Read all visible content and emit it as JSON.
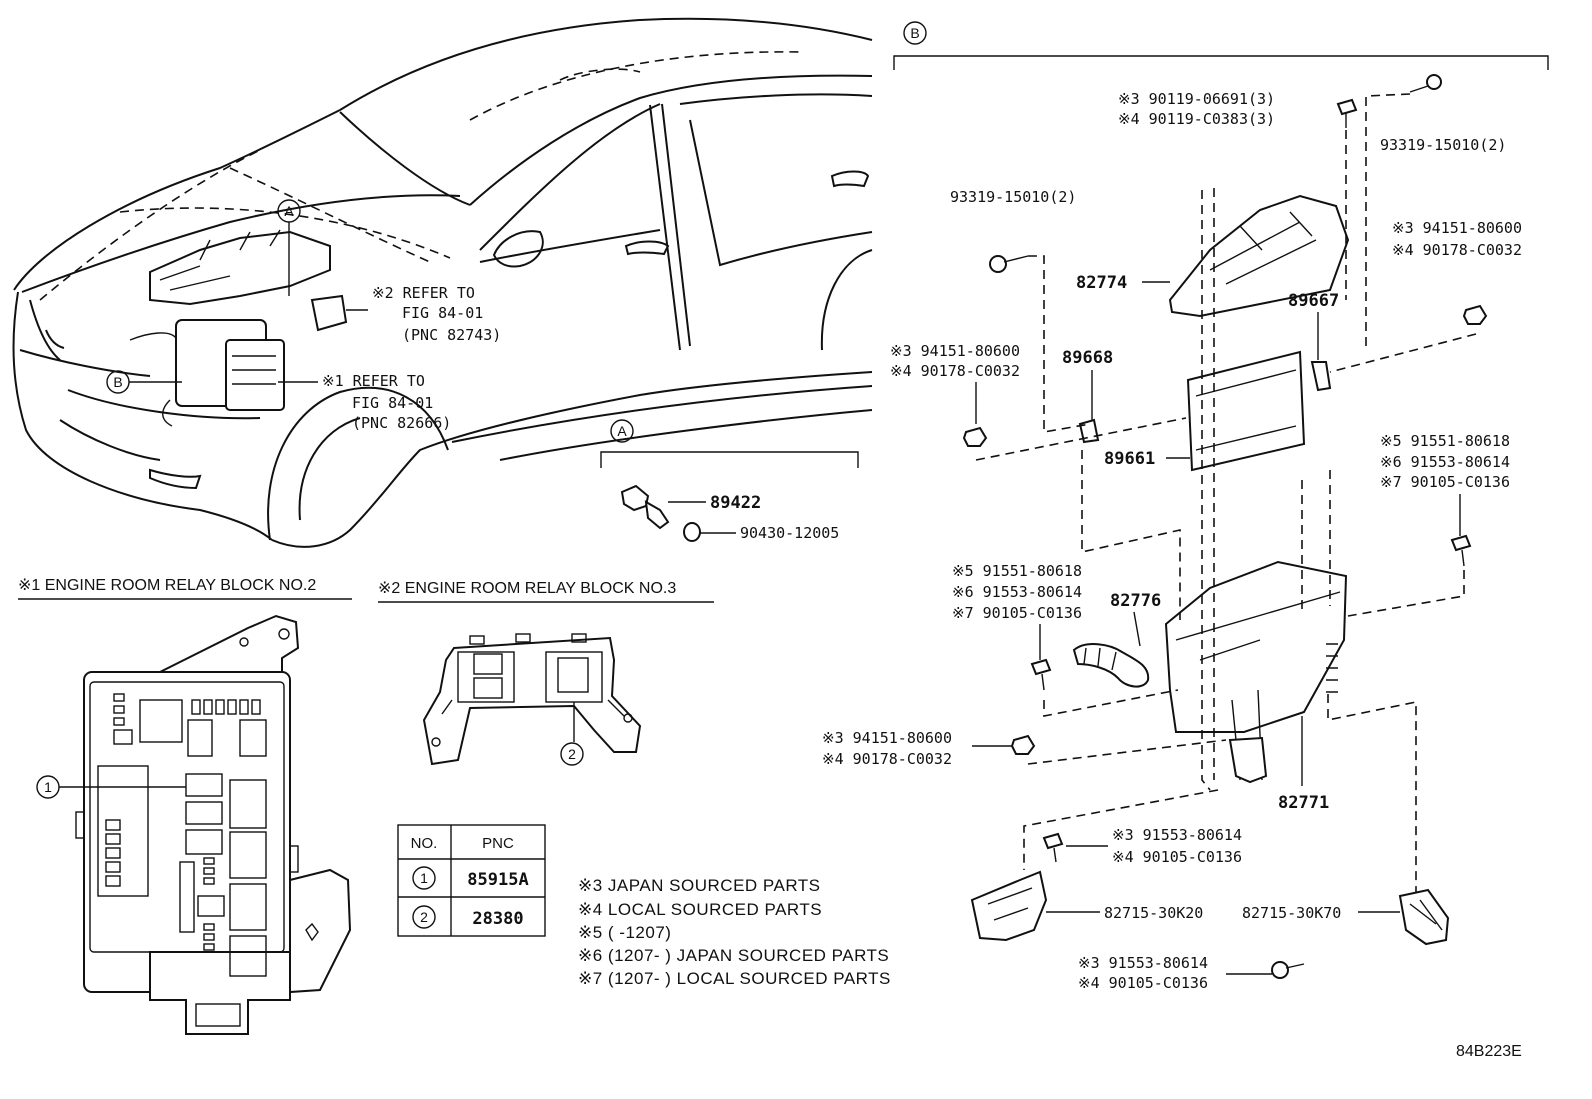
{
  "labels": {
    "callout_a": "A",
    "callout_b": "B",
    "callout_1": "1",
    "callout_2": "2",
    "refer_82743": [
      "※2 REFER TO",
      "FIG 84-01",
      "(PNC 82743)"
    ],
    "refer_82666": [
      "※1 REFER TO",
      "FIG 84-01",
      "(PNC 82666)"
    ],
    "relay_block_2": "※1 ENGINE ROOM RELAY BLOCK NO.2",
    "relay_block_3": "※2 ENGINE ROOM RELAY BLOCK NO.3",
    "figure_code": "84B223E"
  },
  "section_a_parts": {
    "p89422": "89422",
    "p90430": "90430-12005"
  },
  "section_b_parts": {
    "bolt_top_j": "※3 90119-06691(3)",
    "bolt_top_l": "※4 90119-C0383(3)",
    "screw_top_right": "93319-15010(2)",
    "screw_top_left": "93319-15010(2)",
    "nut_right_j": "※3 94151-80600",
    "nut_right_l": "※4 90178-C0032",
    "p82774": "82774",
    "p89667": "89667",
    "nut_left_j": "※3 94151-80600",
    "nut_left_l": "※4 90178-C0032",
    "p89668": "89668",
    "p89661": "89661",
    "bolt_right_5": "※5 91551-80618",
    "bolt_right_6": "※6 91553-80614",
    "bolt_right_7": "※7 90105-C0136",
    "bolt_left_5": "※5 91551-80618",
    "bolt_left_6": "※6 91553-80614",
    "bolt_left_7": "※7 90105-C0136",
    "p82776": "82776",
    "nut_bottom_j": "※3 94151-80600",
    "nut_bottom_l": "※4 90178-C0032",
    "p82771": "82771",
    "bolt_bracket_j": "※3  91553-80614",
    "bolt_bracket_l": "※4  90105-C0136",
    "p82715_k20": "82715-30K20",
    "p82715_k70": "82715-30K70",
    "bolt_bottom_j": "※3 91553-80614",
    "bolt_bottom_l": "※4 90105-C0136"
  },
  "pnc_table": {
    "headers": [
      "NO.",
      "PNC"
    ],
    "rows": [
      {
        "no": "1",
        "pnc": "85915A"
      },
      {
        "no": "2",
        "pnc": "28380"
      }
    ]
  },
  "notes": [
    "※3 JAPAN SOURCED PARTS",
    "※4 LOCAL SOURCED PARTS",
    "※5 (       -1207)",
    "※6 (1207-       ) JAPAN SOURCED PARTS",
    "※7 (1207-       ) LOCAL SOURCED PARTS"
  ]
}
